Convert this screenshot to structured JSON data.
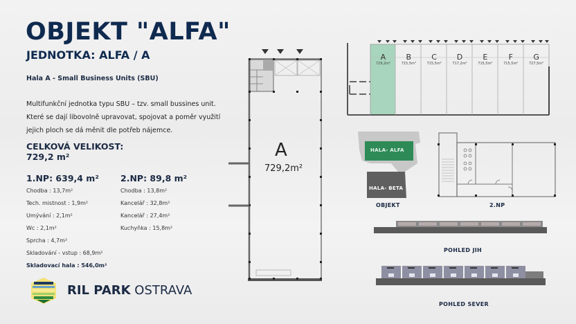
{
  "header": {
    "title": "OBJEKT \"ALFA\"",
    "subtitle": "JEDNOTKA: ALFA / A",
    "hall_name": "Hala A - Small Business Units (SBU)"
  },
  "description": "Multifunkční jednotka typu SBU – tzv. small bussines unit.  Které se dají libovolně upravovat, spojovat a poměr využití jejich ploch se dá měnit dle potřeb nájemce.",
  "total": {
    "label": "CELKOVÁ VELIKOST:",
    "value": "729,2 m²"
  },
  "floor1": {
    "heading": "1.NP: 639,4 m²",
    "items": [
      "Chodba : 13,7m²",
      "Tech. mistnost  : 1,9m²",
      "Umývání : 2,1m²",
      "Wc : 2,1m²",
      "Sprcha : 4,7m²",
      "Skladování - vstup : 68,9m²",
      "Skladovací hala : 546,0m²"
    ]
  },
  "floor2": {
    "heading": "2.NP: 89,8 m²",
    "items": [
      "Chodba : 13,8m²",
      "Kancelář : 32,8m²",
      "Kancelář : 27,4m²",
      "Kuchyňka : 15,8m²"
    ]
  },
  "logo": {
    "bold": "RIL PARK",
    "light": " OSTRAVA"
  },
  "floorplan": {
    "letter": "A",
    "area": "729,2m²"
  },
  "overview_units": [
    {
      "letter": "A",
      "area": "729,2m²",
      "highlighted": true
    },
    {
      "letter": "B",
      "area": "715,5m²",
      "highlighted": false
    },
    {
      "letter": "C",
      "area": "715,5m²",
      "highlighted": false
    },
    {
      "letter": "D",
      "area": "717,2m²",
      "highlighted": false
    },
    {
      "letter": "E",
      "area": "715,5m²",
      "highlighted": false
    },
    {
      "letter": "F",
      "area": "715,5m²",
      "highlighted": false
    },
    {
      "letter": "G",
      "area": "727,5m²",
      "highlighted": false
    }
  ],
  "site": {
    "alfa_label": "HALA- ALFA",
    "beta_label": "HALA- BETA",
    "caption": "OBJEKT"
  },
  "np2": {
    "caption": "2.NP"
  },
  "elevations": {
    "south": "POHLED JIH",
    "north": "POHLED SEVER"
  },
  "colors": {
    "title": "#0f2a4f",
    "highlight_green": "#a8d5bd",
    "alfa_green": "#2e8b57",
    "beta_gray": "#5f5f5f"
  }
}
